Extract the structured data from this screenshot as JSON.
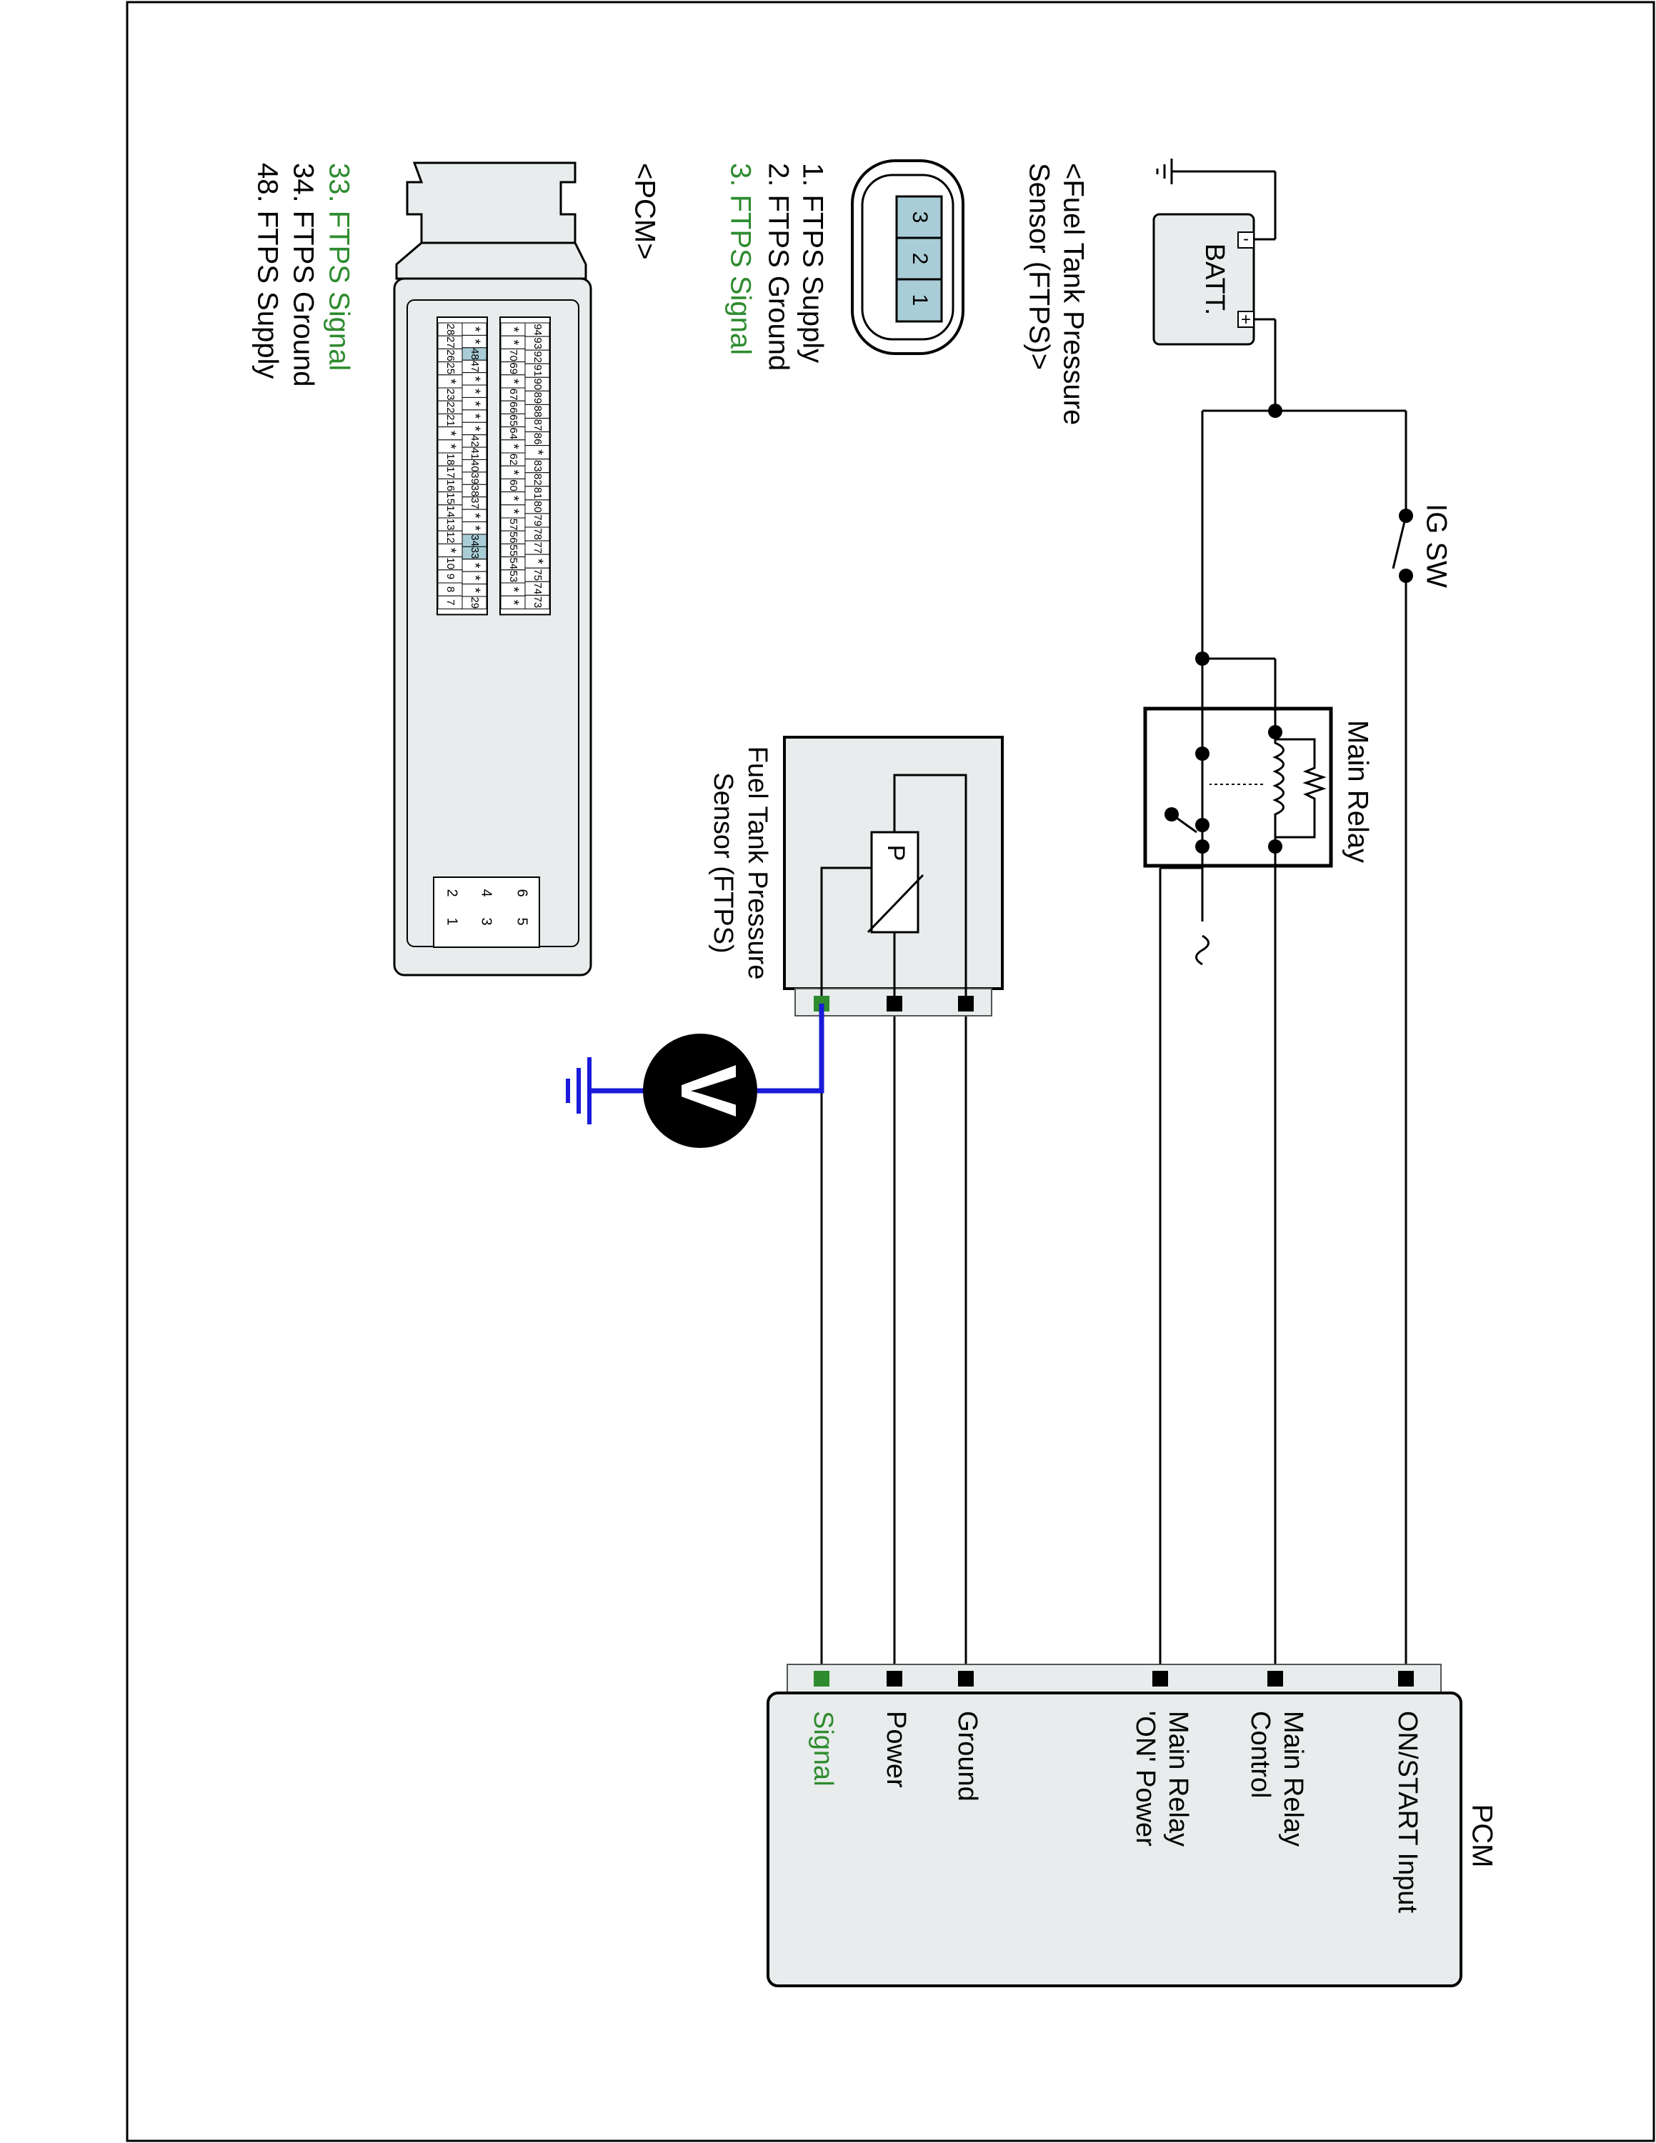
{
  "colors": {
    "wire": "#000000",
    "voltmeter_lead": "#1a1adb",
    "signal_highlight": "#2e8b2e",
    "connector_fill": "#e8ecec",
    "pin_highlight": "#a9cdd6"
  },
  "batt": {
    "label": "BATT.",
    "minus": "-",
    "plus": "+"
  },
  "ig_sw": {
    "label": "IG SW"
  },
  "main_relay": {
    "label": "Main Relay"
  },
  "ftps_sensor": {
    "title_lines": [
      "Fuel Tank Pressure",
      "Sensor (FTPS)"
    ],
    "element_label": "P"
  },
  "ftps_connector": {
    "title_lines": [
      "<Fuel Tank Pressure",
      "Sensor (FTPS)>"
    ],
    "pins": [
      "3",
      "2",
      "1"
    ],
    "legend": [
      {
        "text": "1. FTPS Supply",
        "highlight": false
      },
      {
        "text": "2. FTPS Ground",
        "highlight": false
      },
      {
        "text": "3. FTPS Signal",
        "highlight": true
      }
    ]
  },
  "voltmeter": {
    "symbol": "V"
  },
  "pcm": {
    "title": "PCM",
    "terminals": [
      {
        "lines": [
          "ON/START Input"
        ],
        "highlight": false
      },
      {
        "lines": [
          "Main Relay",
          "Control"
        ],
        "highlight": false
      },
      {
        "lines": [
          "Main Relay",
          "'ON' Power"
        ],
        "highlight": false
      },
      {
        "lines": [
          "Ground"
        ],
        "highlight": false
      },
      {
        "lines": [
          "Power"
        ],
        "highlight": false
      },
      {
        "lines": [
          "Signal"
        ],
        "highlight": true
      }
    ]
  },
  "pcm_connector": {
    "title": "<PCM>",
    "legend": [
      {
        "text": "33. FTPS Signal",
        "highlight": true
      },
      {
        "text": "34. FTPS Ground",
        "highlight": false
      },
      {
        "text": "48. FTPS Supply",
        "highlight": false
      }
    ],
    "pin_rows": [
      [
        "94",
        "93",
        "92",
        "91",
        "90",
        "89",
        "88",
        "87",
        "86",
        "*",
        "83",
        "82",
        "81",
        "80",
        "79",
        "78",
        "77",
        "*",
        "75",
        "74",
        "73"
      ],
      [
        "*",
        "*",
        "70",
        "69",
        "*",
        "67",
        "66",
        "65",
        "64",
        "*",
        "62",
        "*",
        "60",
        "*",
        "*",
        "57",
        "56",
        "55",
        "54",
        "53",
        "*",
        "*"
      ],
      [
        "*",
        "*",
        "48",
        "47",
        "*",
        "*",
        "*",
        "*",
        "*",
        "42",
        "41",
        "40",
        "39",
        "38",
        "37",
        "*",
        "*",
        "34",
        "33",
        "*",
        "*",
        "*",
        "29"
      ],
      [
        "28",
        "27",
        "26",
        "25",
        "*",
        "23",
        "22",
        "21",
        "*",
        "*",
        "18",
        "17",
        "16",
        "15",
        "14",
        "13",
        "12",
        "*",
        "10",
        "9",
        "8",
        "7"
      ]
    ],
    "aux_pins": [
      [
        "6",
        "5"
      ],
      [
        "4",
        "3"
      ],
      [
        "2",
        "1"
      ]
    ],
    "highlighted_pins": [
      "48",
      "34",
      "33"
    ]
  }
}
